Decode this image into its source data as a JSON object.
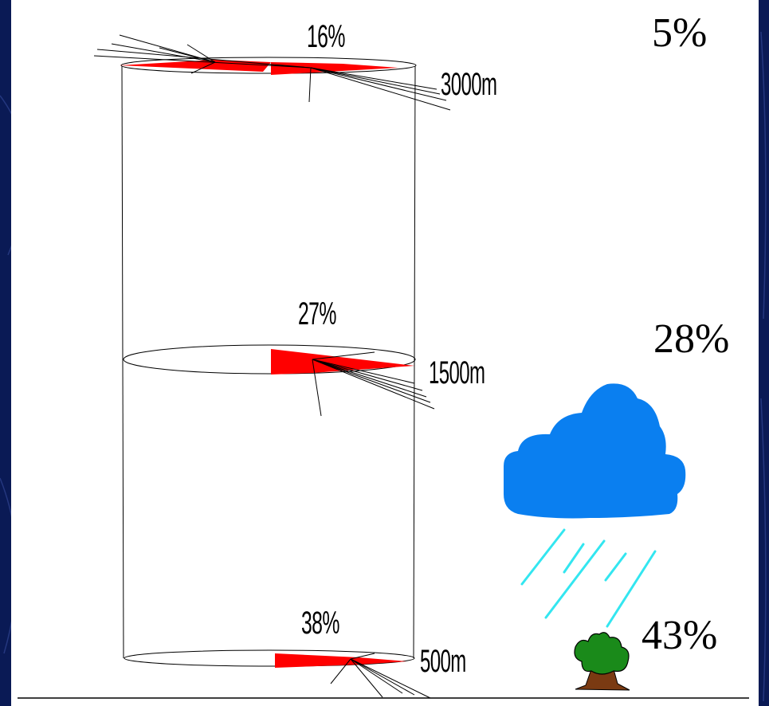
{
  "levels": [
    {
      "altitude": "3000m",
      "percent": "16%"
    },
    {
      "altitude": "1500m",
      "percent": "27%"
    },
    {
      "altitude": "500m",
      "percent": "38%"
    }
  ],
  "side_percentages": {
    "top": "5%",
    "middle": "28%",
    "bottom": "43%"
  },
  "colors": {
    "background": "#0a1a55",
    "panel": "#ffffff",
    "wind_rose": "#ff0000",
    "cloud": "#0a7ff0",
    "rain": "#33e6f0",
    "tree_foliage": "#1a8a1a",
    "tree_trunk": "#7a3a12"
  },
  "icons": [
    "cloud-icon",
    "rain-icon",
    "tree-icon"
  ]
}
